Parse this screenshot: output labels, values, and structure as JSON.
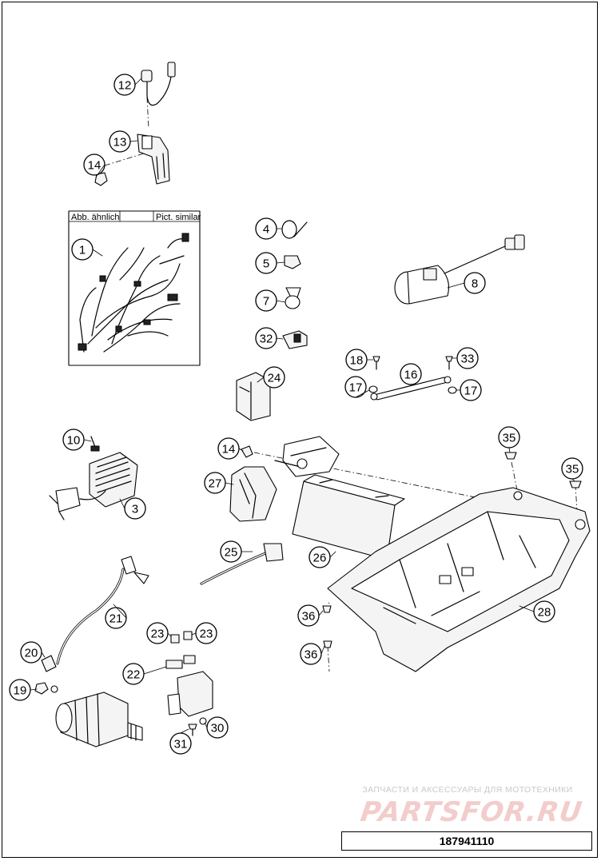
{
  "labels": {
    "harness_box_left": "Abb. ähnlich",
    "harness_box_right": "Pict. similar"
  },
  "callouts": [
    "12",
    "13",
    "14",
    "1",
    "4",
    "5",
    "7",
    "32",
    "8",
    "24",
    "18",
    "33",
    "16",
    "17",
    "17",
    "10",
    "3",
    "14",
    "27",
    "35",
    "35",
    "25",
    "26",
    "21",
    "23",
    "23",
    "20",
    "22",
    "19",
    "30",
    "31",
    "36",
    "36",
    "28"
  ],
  "watermark": {
    "line": "ЗАПЧАСТИ И АКСЕССУАРЫ ДЛЯ МОТОТЕХНИКИ",
    "logo": "PARTSFOR.RU"
  },
  "diagram_code": "187941110",
  "colors": {
    "ink": "#000000",
    "paper": "#ffffff",
    "watermark_red": "#f3cccc"
  }
}
